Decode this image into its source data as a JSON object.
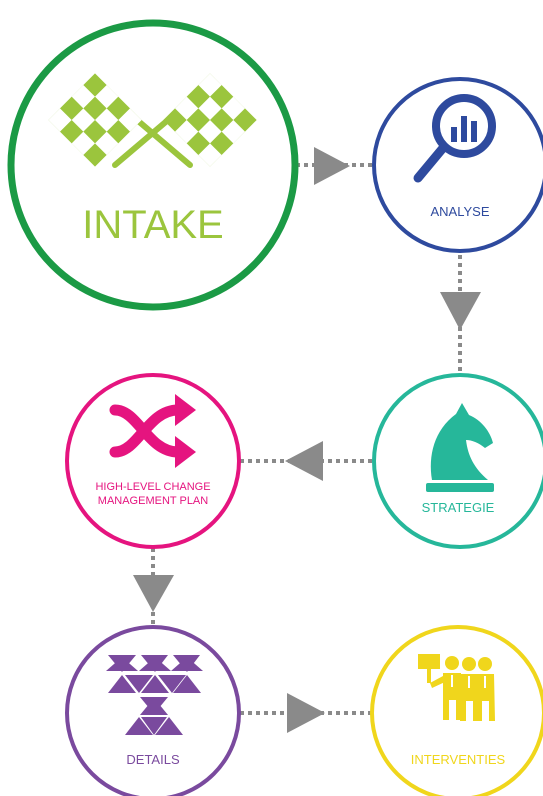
{
  "steps": {
    "intake": {
      "label": "INTAKE",
      "color": "#1b9a45",
      "icon": "checkered-flags-icon",
      "icon_color": "#9bc53d"
    },
    "analyse": {
      "label": "ANALYSE",
      "color": "#2e4a9e",
      "icon": "magnifier-chart-icon"
    },
    "strategie": {
      "label": "STRATEGIE",
      "color": "#26b79a",
      "icon": "chess-knight-icon"
    },
    "plan": {
      "label_line1": "HIGH-LEVEL CHANGE",
      "label_line2": "MANAGEMENT PLAN",
      "color": "#e5147f",
      "icon": "shuffle-arrows-icon"
    },
    "details": {
      "label": "DETAILS",
      "color": "#7a4a9e",
      "icon": "triangles-icon"
    },
    "interventies": {
      "label": "INTERVENTIES",
      "color": "#f0d61c",
      "icon": "presenter-people-icon"
    }
  },
  "connector_color": "#8a8a8a"
}
